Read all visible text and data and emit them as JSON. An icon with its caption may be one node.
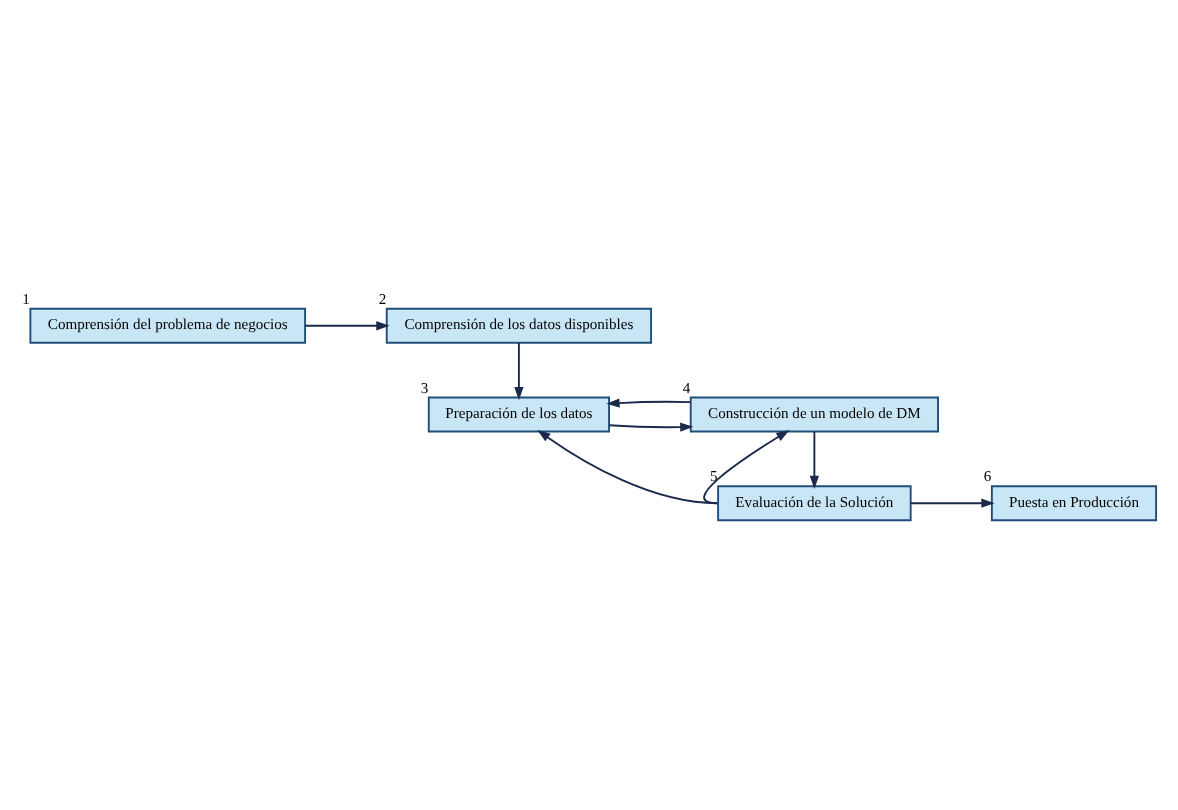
{
  "diagram": {
    "nodes": [
      {
        "text": [
          "Comprensión del problema de negocios"
        ],
        "beside": [
          "1"
        ]
      },
      {
        "text": [
          "Comprensión de los datos disponibles"
        ],
        "beside": [
          "2"
        ]
      },
      {
        "text": [
          "Preparación de los datos"
        ],
        "beside": [
          "3"
        ]
      },
      {
        "text": [
          "Construcción de un modelo de DM"
        ],
        "beside": [
          "4"
        ]
      },
      {
        "text": [
          "Evaluación de la Solución"
        ],
        "beside": [
          "5"
        ]
      },
      {
        "text": [
          "Puesta en Producción"
        ],
        "beside": [
          "6"
        ]
      }
    ],
    "edges": [
      {
        "from": 0,
        "to": 1,
        "arrow": "to"
      },
      {
        "from": 1,
        "to": 2,
        "arrow": "to"
      },
      {
        "from": 2,
        "to": 3,
        "arrow": "to"
      },
      {
        "from": 3,
        "to": 2,
        "arrow": "to"
      },
      {
        "from": 3,
        "to": 4,
        "arrow": "to"
      },
      {
        "from": 4,
        "to": 3,
        "arrow": "to"
      },
      {
        "from": 4,
        "to": 2,
        "arrow": "to"
      },
      {
        "from": 4,
        "to": 5,
        "arrow": "to"
      }
    ]
  }
}
